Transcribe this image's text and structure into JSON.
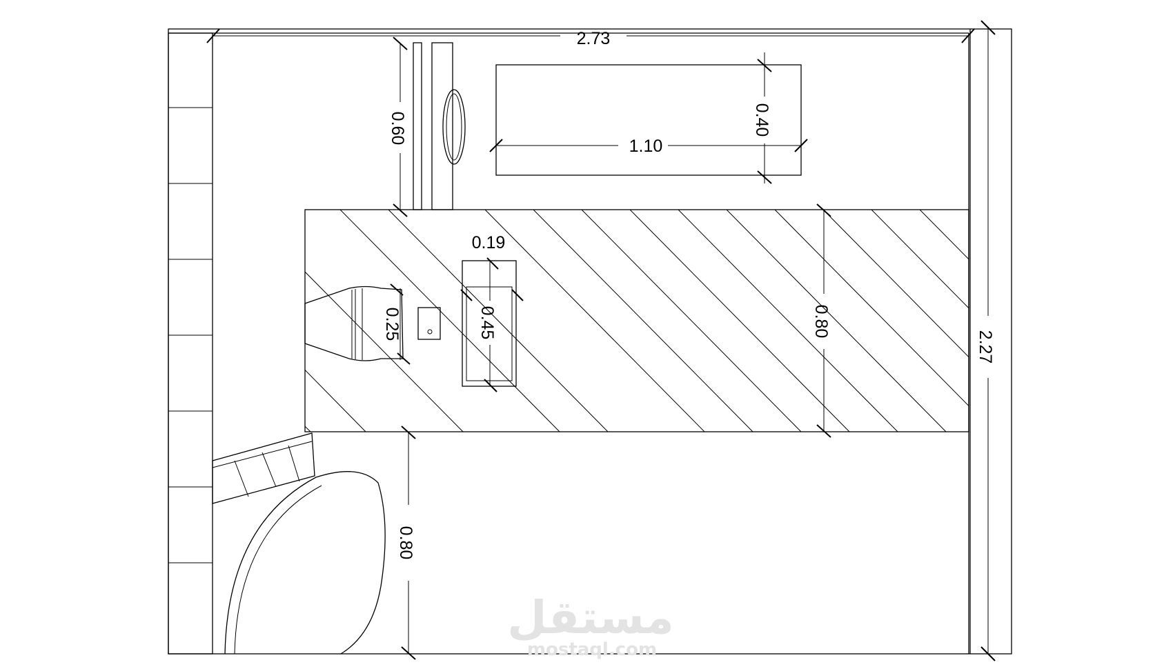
{
  "dimensions": {
    "room_width": "2.73",
    "room_depth": "2.27",
    "mirror_height": "0.60",
    "rug_width": "1.10",
    "rug_depth": "0.40",
    "desk_depth": "0.80",
    "clearance": "0.80",
    "keyboard_width": "0.19",
    "keyboard_length": "0.45",
    "device_width": "0.25"
  },
  "watermark": {
    "arabic": "مستقل",
    "latin": "mostaql.com"
  }
}
